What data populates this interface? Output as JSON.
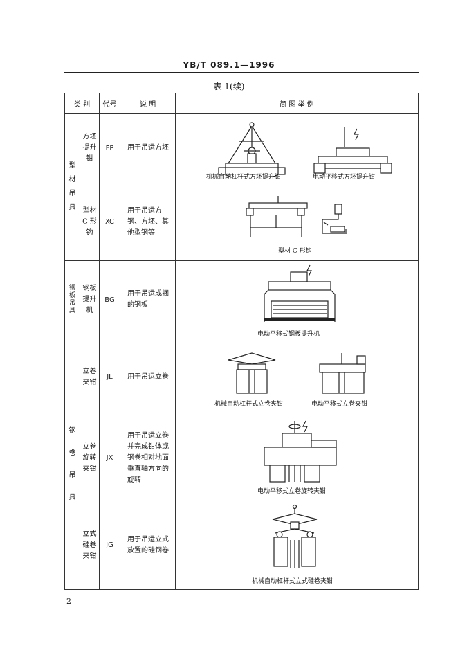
{
  "header": {
    "standard_code": "YB/T 089.1—1996",
    "table_title": "表 1(续)"
  },
  "columns": {
    "category": "类 别",
    "code": "代号",
    "description": "说 明",
    "figure": "简 图 举 例"
  },
  "categories": {
    "profile": [
      "型",
      "材",
      "吊",
      "具"
    ],
    "plate": [
      "钢",
      "板",
      "吊",
      "具"
    ],
    "coil": [
      "钢",
      "卷",
      "吊",
      "具"
    ]
  },
  "rows": [
    {
      "name": [
        "方坯",
        "提升",
        "钳"
      ],
      "code": "FP",
      "description": "用于吊运方坯",
      "captions": [
        "机械自动杠杆式方坯提升钳",
        "电动平移式方坯提升钳"
      ]
    },
    {
      "name": [
        "型材",
        "C 形",
        "钩"
      ],
      "code": "XC",
      "description": "用于吊运方钢、方坯、其他型钢等",
      "captions": [
        "型材 C 形钩"
      ]
    },
    {
      "name": [
        "钢板",
        "提升",
        "机"
      ],
      "code": "BG",
      "description": "用于吊运成捆的钢板",
      "captions": [
        "电动平移式钢板提升机"
      ]
    },
    {
      "name": [
        "立卷",
        "夹钳"
      ],
      "code": "JL",
      "description": "用于吊运立卷",
      "captions": [
        "机械自动杠杆式立卷夹钳",
        "电动平移式立卷夹钳"
      ]
    },
    {
      "name": [
        "立卷",
        "旋转",
        "夹钳"
      ],
      "code": "JX",
      "description": "用于吊运立卷并完成钳体或钢卷相对地面垂直轴方向的旋转",
      "captions": [
        "电动平移式立卷旋转夹钳"
      ]
    },
    {
      "name": [
        "立式",
        "硅卷",
        "夹钳"
      ],
      "code": "JG",
      "description": "用于吊运立式放置的硅钢卷",
      "captions": [
        "机械自动杠杆式立式硅卷夹钳"
      ]
    }
  ],
  "page_number": "2"
}
